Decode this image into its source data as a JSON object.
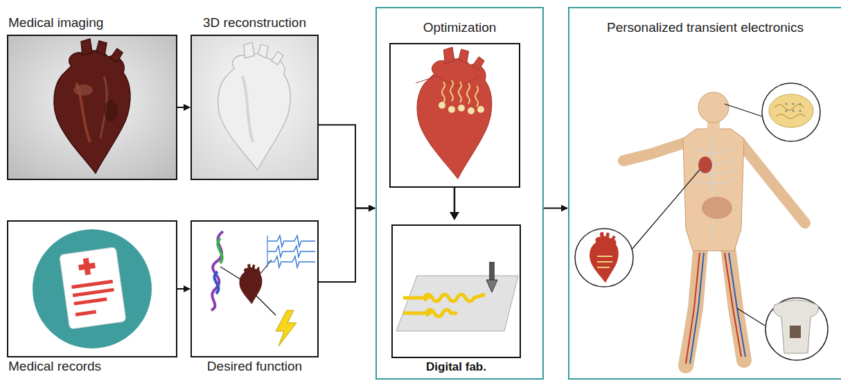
{
  "diagram": {
    "nodes": [
      {
        "text": [
          "Medical imaging"
        ]
      },
      {
        "text": [
          "3D reconstruction"
        ]
      },
      {
        "text": [
          "Optimization"
        ]
      },
      {
        "text": [
          "Digital fab."
        ],
        "in": 2
      },
      {
        "text": [
          "Personalized transient electronics"
        ]
      },
      {
        "text": [
          "Medical records"
        ]
      },
      {
        "text": [
          "Desired function"
        ]
      }
    ],
    "edges": [
      {
        "from": 0,
        "to": 1,
        "arrow": "to"
      },
      {
        "from": 5,
        "to": 6,
        "arrow": "to"
      },
      {
        "from": 1,
        "to": 2,
        "arrow": "to"
      },
      {
        "from": 6,
        "to": 2,
        "arrow": "to"
      },
      {
        "from": 2,
        "to": 4,
        "arrow": "to"
      }
    ]
  }
}
